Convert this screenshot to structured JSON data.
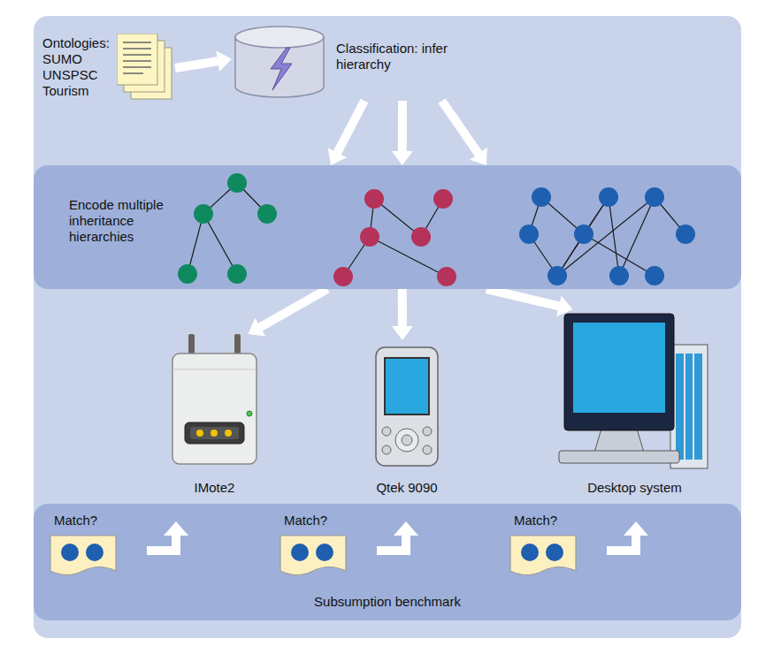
{
  "diagram": {
    "nodes": [
      {
        "text": [
          "Ontologies: SUMO UNSPSC Tourism"
        ]
      },
      {
        "text": [
          "Classification: infer hierarchy"
        ]
      },
      {
        "text": [
          "Encode multiple inheritance hierarchies"
        ]
      },
      {
        "text": [
          "IMote2"
        ]
      },
      {
        "text": [
          "Qtek 9090"
        ]
      },
      {
        "text": [
          "Desktop system"
        ]
      },
      {
        "text": [
          "Subsumption benchmark"
        ]
      },
      {
        "text": [
          "Match?"
        ],
        "in": 6
      },
      {
        "text": [
          "Match?"
        ],
        "in": 6
      },
      {
        "text": [
          "Match?"
        ],
        "in": 6
      }
    ],
    "edges": [
      {
        "from": 0,
        "to": 1,
        "arrow": "to"
      },
      {
        "from": 1,
        "to": 2,
        "arrow": "to"
      },
      {
        "from": 1,
        "to": 2,
        "arrow": "to"
      },
      {
        "from": 1,
        "to": 2,
        "arrow": "to"
      },
      {
        "from": 2,
        "to": 3,
        "arrow": "to"
      },
      {
        "from": 2,
        "to": 4,
        "arrow": "to"
      },
      {
        "from": 2,
        "to": 5,
        "arrow": "to"
      }
    ]
  }
}
